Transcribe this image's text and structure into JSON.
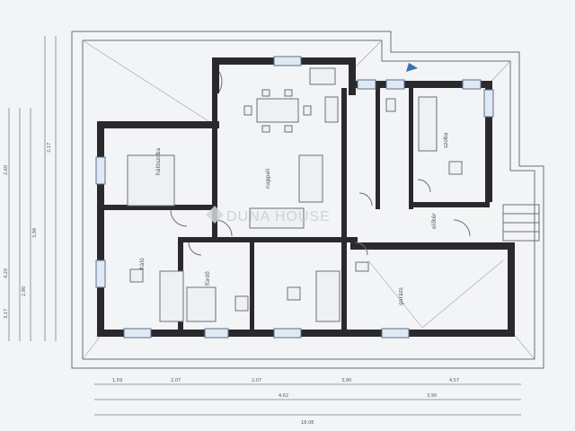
{
  "watermark": {
    "text": "DUNA HOUSE",
    "logo_icon": "duna-house-logo-icon"
  },
  "rooms": [
    {
      "id": "bedroom-1",
      "label": "hálószoba"
    },
    {
      "id": "bedroom-2",
      "label": "háló"
    },
    {
      "id": "living",
      "label": "nappali"
    },
    {
      "id": "bath",
      "label": "fürdő"
    },
    {
      "id": "room-right",
      "label": "szoba"
    },
    {
      "id": "garage",
      "label": "garázs"
    },
    {
      "id": "hall",
      "label": "előtér"
    }
  ],
  "dimensions": {
    "bottom_row1": [
      "1,59",
      "2,07",
      "2,07",
      "3,90",
      "4,57"
    ],
    "bottom_row2": [
      "4,62",
      "3,90"
    ],
    "bottom_total": "18,08",
    "left_col": [
      "2,17",
      "2,60",
      "3,98",
      "4,20",
      "2,90",
      "3,17"
    ]
  },
  "colors": {
    "wall": "#2a2a2e",
    "window": "#5b6f8c",
    "paper": "#f3f4f6"
  }
}
